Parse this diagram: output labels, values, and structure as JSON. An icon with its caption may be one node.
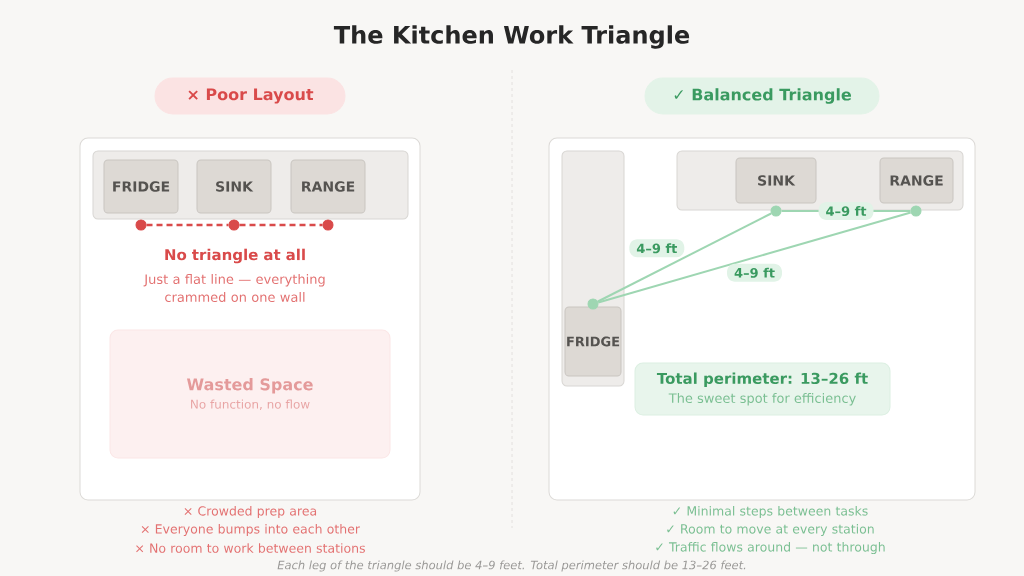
{
  "diagram": {
    "title": "The Kitchen Work Triangle",
    "caption": "Each leg of the triangle should be 4–9 feet. Total perimeter should be 13–26 feet.",
    "nodes": [
      {
        "text": [
          "× Poor Layout"
        ]
      },
      {
        "text": [],
        "shape": "box"
      },
      {
        "text": [],
        "shape": "box",
        "in": 1
      },
      {
        "text": [
          "FRIDGE"
        ],
        "in": 2
      },
      {
        "text": [
          "SINK"
        ],
        "in": 2
      },
      {
        "text": [
          "RANGE"
        ],
        "in": 2
      },
      {
        "text": [
          "Wasted Space",
          "No function, no flow"
        ],
        "in": 1
      },
      {
        "text": [
          "✓ Balanced Triangle"
        ]
      },
      {
        "text": [],
        "shape": "box"
      },
      {
        "text": [],
        "shape": "box",
        "in": 8
      },
      {
        "text": [
          "FRIDGE"
        ],
        "in": 9
      },
      {
        "text": [],
        "shape": "box",
        "in": 8
      },
      {
        "text": [
          "SINK"
        ],
        "in": 11
      },
      {
        "text": [
          "RANGE"
        ],
        "in": 11
      },
      {
        "text": [
          "Total perimeter: 13–26 ft",
          "The sweet spot for efficiency"
        ],
        "in": 8
      },
      {
        "text": [],
        "shape": "circle",
        "in": 1
      },
      {
        "text": [],
        "shape": "circle",
        "in": 1
      },
      {
        "text": [],
        "shape": "circle",
        "in": 1
      },
      {
        "text": [],
        "shape": "circle",
        "in": 9
      },
      {
        "text": [],
        "shape": "circle",
        "in": 8
      },
      {
        "text": [],
        "shape": "circle",
        "in": 8
      }
    ],
    "edges": [
      {
        "from": 15,
        "to": 16,
        "arrow": "none",
        "style": "dashed",
        "color": "#d94a4a"
      },
      {
        "from": 16,
        "to": 17,
        "arrow": "none",
        "style": "dashed",
        "color": "#d94a4a"
      },
      {
        "from": 18,
        "to": 19,
        "arrow": "none",
        "label": "4–9 ft"
      },
      {
        "from": 19,
        "to": 20,
        "arrow": "none",
        "label": "4–9 ft"
      },
      {
        "from": 18,
        "to": 20,
        "arrow": "none",
        "label": "4–9 ft"
      }
    ],
    "labels": [
      "No triangle at all",
      "Just a flat line — everything crammed on one wall",
      "× Crowded prep area",
      "× Everyone bumps into each other",
      "× No room to work between stations",
      "✓ Minimal steps between tasks",
      "✓ Room to move at every station",
      "✓ Traffic flows around — not through"
    ]
  }
}
